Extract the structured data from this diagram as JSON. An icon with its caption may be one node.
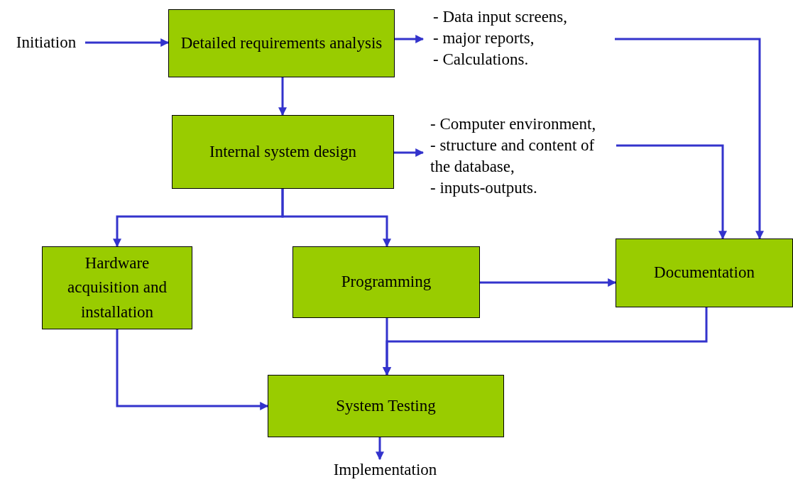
{
  "diagram": {
    "nodes": [
      {
        "text": [
          "Initiation"
        ]
      },
      {
        "text": [
          "Detailed requirements analysis"
        ]
      },
      {
        "text": [
          "- Data input screens,",
          "- major reports,",
          "- Calculations."
        ]
      },
      {
        "text": [
          "Internal system design"
        ]
      },
      {
        "text": [
          "- Computer environment,",
          "- structure and content of the database,",
          "- inputs-outputs."
        ]
      },
      {
        "text": [
          "Hardware acquisition and installation"
        ]
      },
      {
        "text": [
          "Programming"
        ]
      },
      {
        "text": [
          "Documentation"
        ]
      },
      {
        "text": [
          "System Testing"
        ]
      },
      {
        "text": [
          "Implementation"
        ]
      }
    ],
    "edges": [
      {
        "from": 0,
        "to": 1,
        "arrow": "to"
      },
      {
        "from": 1,
        "to": 2,
        "arrow": "to"
      },
      {
        "from": 2,
        "to": 7,
        "arrow": "to"
      },
      {
        "from": 1,
        "to": 3,
        "arrow": "to"
      },
      {
        "from": 3,
        "to": 4,
        "arrow": "to"
      },
      {
        "from": 4,
        "to": 7,
        "arrow": "to"
      },
      {
        "from": 3,
        "to": 5,
        "arrow": "to"
      },
      {
        "from": 3,
        "to": 6,
        "arrow": "to"
      },
      {
        "from": 6,
        "to": 7,
        "arrow": "to"
      },
      {
        "from": 6,
        "to": 8,
        "arrow": "to"
      },
      {
        "from": 7,
        "to": 8,
        "arrow": "to"
      },
      {
        "from": 5,
        "to": 8,
        "arrow": "to"
      },
      {
        "from": 8,
        "to": 9,
        "arrow": "to"
      }
    ]
  }
}
